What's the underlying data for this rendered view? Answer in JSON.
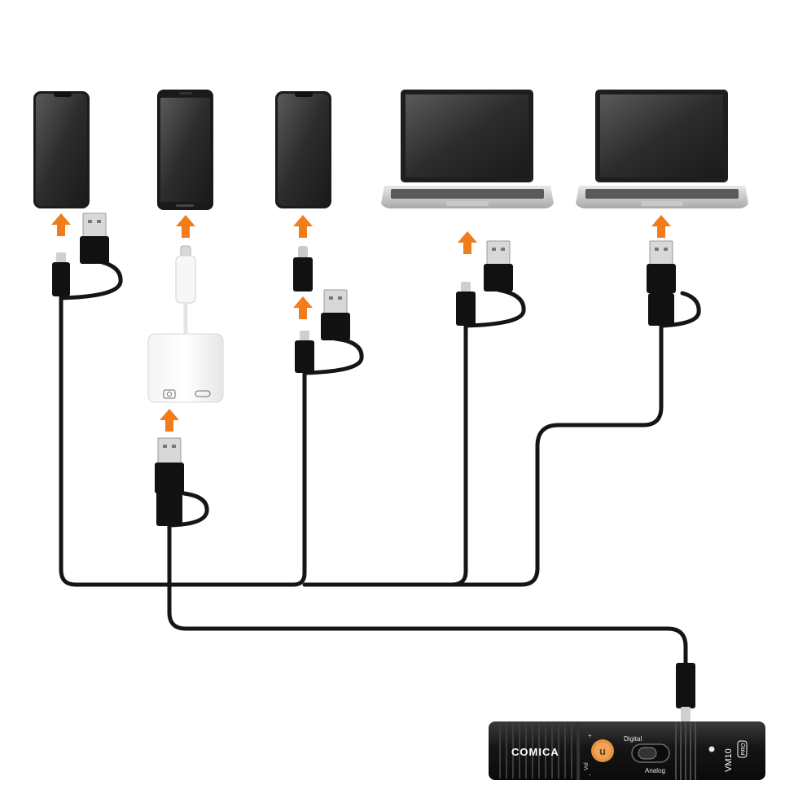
{
  "devices": {
    "phone_1": {
      "type": "phone",
      "connector": "usb-c"
    },
    "phone_2": {
      "type": "phone",
      "connector": "lightning-adapter"
    },
    "phone_3": {
      "type": "phone",
      "connector": "lightning"
    },
    "laptop_1": {
      "type": "laptop",
      "connector": "usb-c"
    },
    "laptop_2": {
      "type": "laptop",
      "connector": "usb-a"
    }
  },
  "adapter": {
    "camera_icon": "camera-icon",
    "port_icon": "lightning-port-icon"
  },
  "microphone": {
    "brand": "COMICA",
    "model": "VM10",
    "model_badge": "PRO",
    "vol_label": "Vol",
    "plus_label": "+",
    "minus_label": "-",
    "mode_top": "Digital",
    "mode_bottom": "Analog",
    "dial_glyph": "u"
  },
  "colors": {
    "arrow": "#f07d1a",
    "cable": "#151515",
    "mic_body": "#1c1c1c",
    "dial": "#e8923c"
  }
}
